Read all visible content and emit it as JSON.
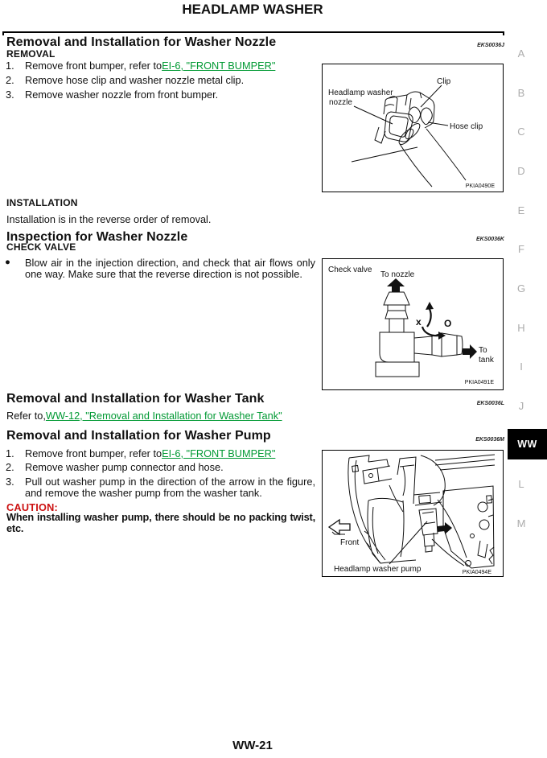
{
  "page": {
    "title": "HEADLAMP WASHER",
    "number": "WW-21"
  },
  "colors": {
    "link_green": "#009933",
    "caution_red": "#cc1111",
    "tab_gray": "#ababab"
  },
  "side_tabs": {
    "letters": [
      "A",
      "B",
      "C",
      "D",
      "E",
      "F",
      "G",
      "H",
      "I",
      "J"
    ],
    "active": "WW",
    "after": [
      "L",
      "M"
    ]
  },
  "list_bullet": "●",
  "sections": {
    "nozzle": {
      "heading": "Removal and Installation for Washer Nozzle",
      "code": "EKS0036J",
      "removal_heading": "REMOVAL",
      "steps": [
        {
          "num": "1.",
          "pre": "Remove front bumper, refer to",
          "link": "EI-6, \"FRONT BUMPER\""
        },
        {
          "num": "2.",
          "text": "Remove hose clip and washer nozzle metal clip."
        },
        {
          "num": "3.",
          "text": "Remove washer nozzle from front bumper."
        }
      ],
      "installation_heading": "INSTALLATION",
      "installation_text": "Installation is in the reverse order of removal.",
      "figure": {
        "label_nozzle_line1": "Headlamp washer",
        "label_nozzle_line2": "nozzle",
        "label_clip": "Clip",
        "label_hose_clip": "Hose clip",
        "code": "PKIA0490E"
      }
    },
    "inspection": {
      "heading": "Inspection for Washer Nozzle",
      "code": "EKS0036K",
      "check_valve_heading": "CHECK VALVE",
      "bullet_lines": [
        "Blow air in the injection direction, and check that air flows only",
        "one way. Make sure that the reverse direction is not possible."
      ],
      "figure": {
        "label_check_valve": "Check valve",
        "label_to_nozzle": "To nozzle",
        "label_to_tank_1": "To",
        "label_to_tank_2": "tank",
        "label_blocked": "x",
        "label_allowed": "O",
        "code": "PKIA0491E"
      }
    },
    "tank": {
      "heading": "Removal and Installation for Washer Tank",
      "code": "EKS0036L",
      "refer_pre": "Refer to,",
      "refer_link": "WW-12, \"Removal and Installation for Washer Tank\""
    },
    "pump": {
      "heading": "Removal and Installation for Washer Pump",
      "code": "EKS0036M",
      "steps": [
        {
          "num": "1.",
          "pre": "Remove front bumper, refer to",
          "link": "EI-6, \"FRONT BUMPER\""
        },
        {
          "num": "2.",
          "text": "Remove washer pump connector and hose."
        },
        {
          "num": "3.",
          "line1": "Pull out washer pump in the direction of the arrow in the figure,",
          "line2": "and remove the washer pump from the washer tank."
        }
      ],
      "caution_heading": "CAUTION:",
      "caution_line1": "When installing washer pump, there should be no packing twist,",
      "caution_line2": "etc.",
      "figure": {
        "label_front": "Front",
        "label_pump": "Headlamp washer pump",
        "code": "PKIA0494E"
      }
    }
  }
}
